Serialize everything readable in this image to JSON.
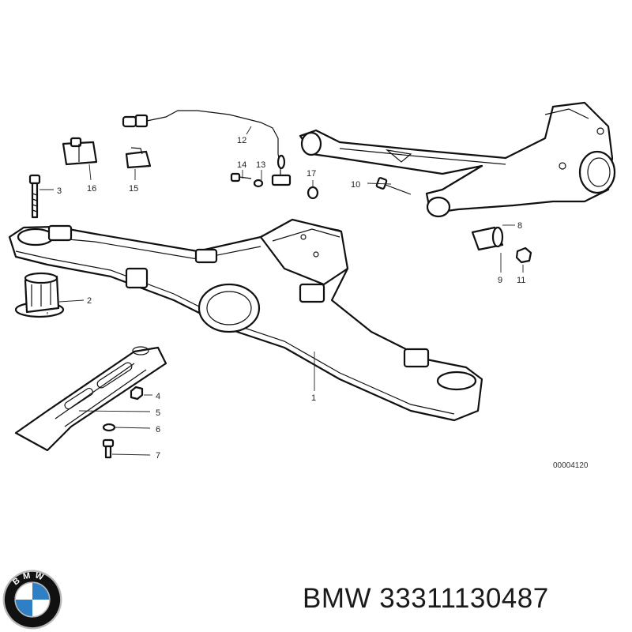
{
  "diagram": {
    "callouts": [
      "1",
      "2",
      "3",
      "4",
      "5",
      "6",
      "7",
      "8",
      "9",
      "10",
      "11",
      "12",
      "13",
      "14",
      "15",
      "16",
      "17"
    ],
    "reference_code": "00004120"
  },
  "footer": {
    "text": "BMW 33311130487"
  },
  "logo": {
    "lettering": "BMW",
    "colors": {
      "blue": "#2e7fc4",
      "white": "#ffffff",
      "ring": "#111111",
      "chrome": "#b8b8b8"
    }
  }
}
